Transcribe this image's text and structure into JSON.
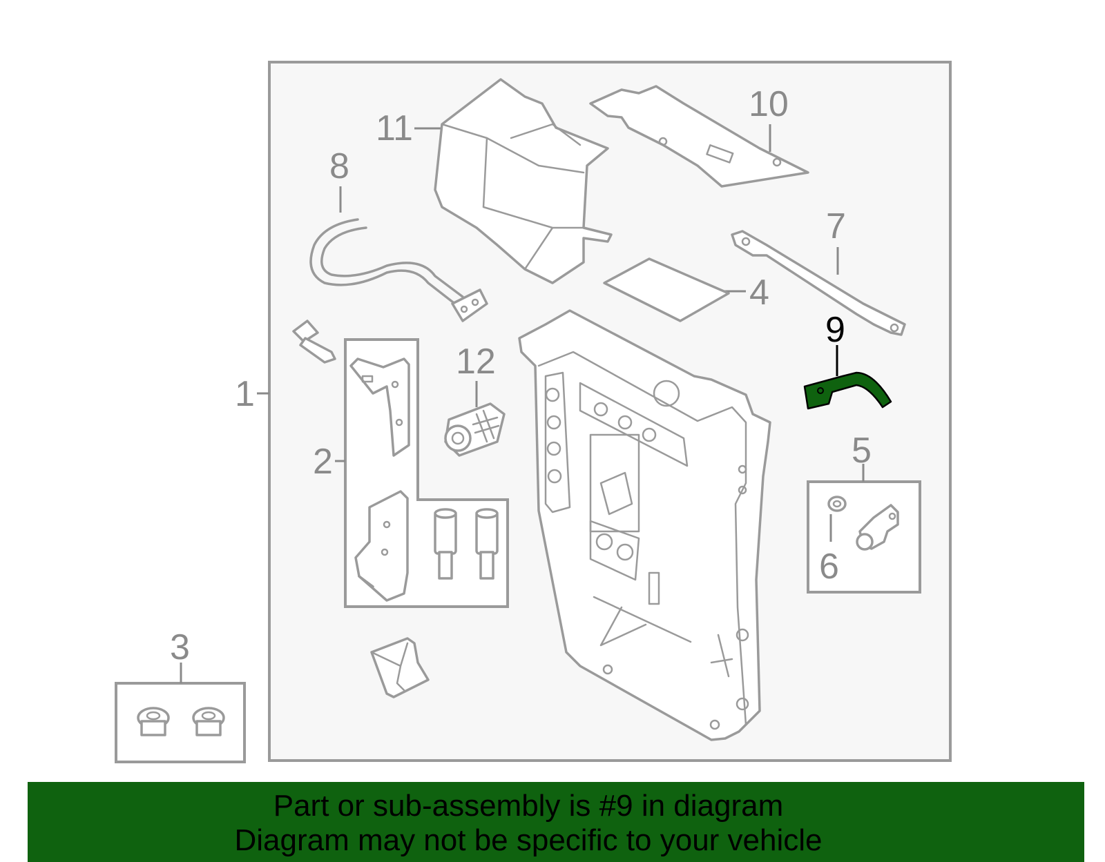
{
  "diagram": {
    "highlighted_part": "9",
    "highlight_color": "#0f620f",
    "callouts": {
      "c1": "1",
      "c2": "2",
      "c3": "3",
      "c4": "4",
      "c5": "5",
      "c6": "6",
      "c7": "7",
      "c8": "8",
      "c9": "9",
      "c10": "10",
      "c11": "11",
      "c12": "12"
    }
  },
  "banner": {
    "line1": "Part or sub-assembly is #9 in diagram",
    "line2": "Diagram may not be specific to your vehicle",
    "background": "#0f620f"
  }
}
